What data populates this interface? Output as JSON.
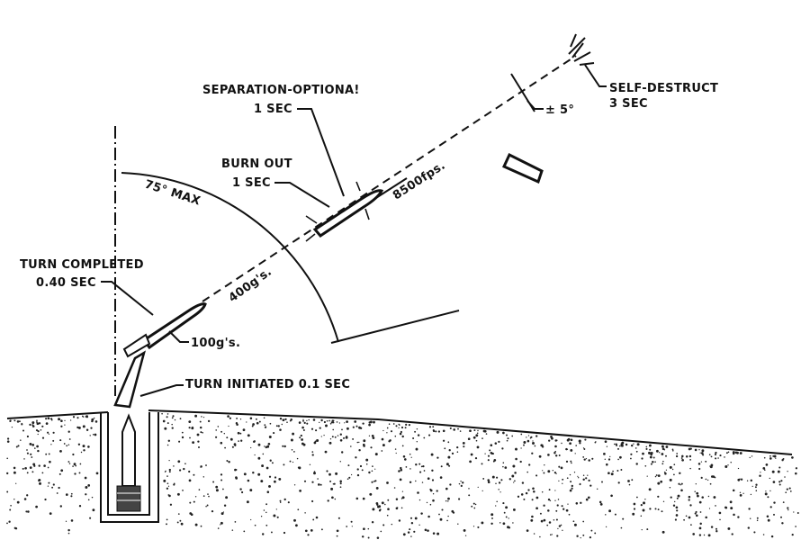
{
  "labels": {
    "separation": "SEPARATION-OPTIONA!",
    "separation_time": "1 SEC",
    "burn_out": "BURN OUT",
    "burn_out_time": "1 SEC",
    "self_destruct": "SELF-DESTRUCT",
    "self_destruct_time": "3 SEC",
    "tolerance": "± 5°",
    "velocity": "8500fps.",
    "max_angle": "75° MAX",
    "accel_high": "400g's.",
    "turn_completed": "TURN COMPLETED",
    "turn_completed_time": "0.40 SEC",
    "accel_low": "100g's.",
    "turn_initiated": "TURN INITIATED 0.1 SEC"
  }
}
